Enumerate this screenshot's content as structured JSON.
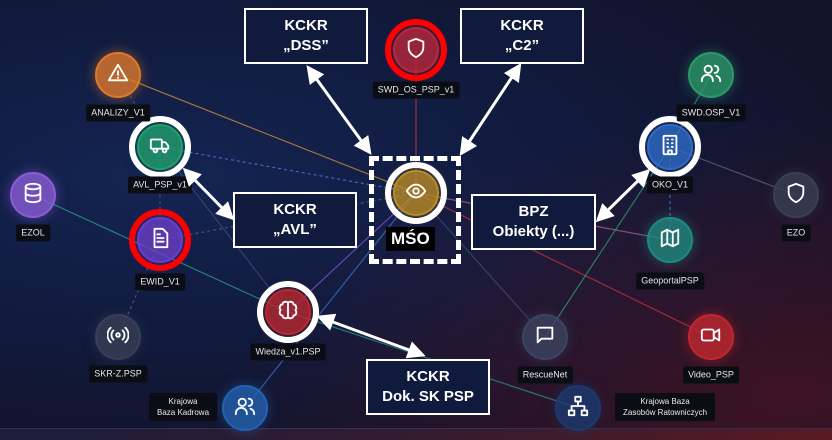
{
  "nodes": [
    {
      "id": "analizy",
      "label": "ANALIZY_V1",
      "icon": "warning-icon",
      "color": "#e0782a"
    },
    {
      "id": "avl",
      "label": "AVL_PSP_v1",
      "icon": "truck-icon",
      "color": "#22a06b",
      "highlight": "white"
    },
    {
      "id": "ezol",
      "label": "EZOL",
      "icon": "database-icon",
      "color": "#8a5cd6"
    },
    {
      "id": "ewid",
      "label": "EWID_V1",
      "icon": "document-icon",
      "color": "#6a3fc4",
      "highlight": "red"
    },
    {
      "id": "skrz",
      "label": "SKR-Z.PSP",
      "icon": "broadcast-icon",
      "color": "#3a3f55"
    },
    {
      "id": "wiedza",
      "label": "Wiedza_v1.PSP",
      "icon": "brain-icon",
      "color": "#b8282e",
      "highlight": "white"
    },
    {
      "id": "kbk",
      "label": "Krajowa\nBaza Kadrowa",
      "label_lines": [
        "Krajowa",
        "Baza Kadrowa"
      ],
      "icon": "users-icon",
      "color": "#2462b0"
    },
    {
      "id": "swdos",
      "label": "SWD_OS_PSP_v1",
      "icon": "shield-icon",
      "color": "#b8283a",
      "highlight": "red"
    },
    {
      "id": "mso",
      "label": "MŚO",
      "icon": "eye-icon",
      "color": "#b98a25",
      "highlight": "white"
    },
    {
      "id": "swdosp",
      "label": "SWD.OSP_V1",
      "icon": "users-icon",
      "color": "#2a9a68"
    },
    {
      "id": "oko",
      "label": "OKO_V1",
      "icon": "building-icon",
      "color": "#2e6cc8",
      "highlight": "white"
    },
    {
      "id": "ezo",
      "label": "EZO",
      "icon": "shield-icon",
      "color": "#3a3f55"
    },
    {
      "id": "geo",
      "label": "GeoportalPSP",
      "icon": "map-icon",
      "color": "#1f8a80"
    },
    {
      "id": "rescue",
      "label": "RescueNet",
      "icon": "chat-icon",
      "color": "#3c4460"
    },
    {
      "id": "video",
      "label": "Video_PSP",
      "icon": "video-icon",
      "color": "#c02830"
    },
    {
      "id": "kbzr",
      "label": "Krajowa Baza\nZasobów Ratowniczych",
      "label_lines": [
        "Krajowa Baza",
        "Zasobów Ratowniczych"
      ],
      "icon": "hierarchy-icon",
      "color": "#1c3a70"
    }
  ],
  "callouts": {
    "dss": [
      "KCKR",
      "„DSS”"
    ],
    "c2": [
      "KCKR",
      "„C2”"
    ],
    "avl": [
      "KCKR",
      "„AVL”"
    ],
    "bpz": [
      "BPZ",
      "Obiekty (...)"
    ],
    "dok": [
      "KCKR",
      "Dok. SK PSP"
    ]
  }
}
